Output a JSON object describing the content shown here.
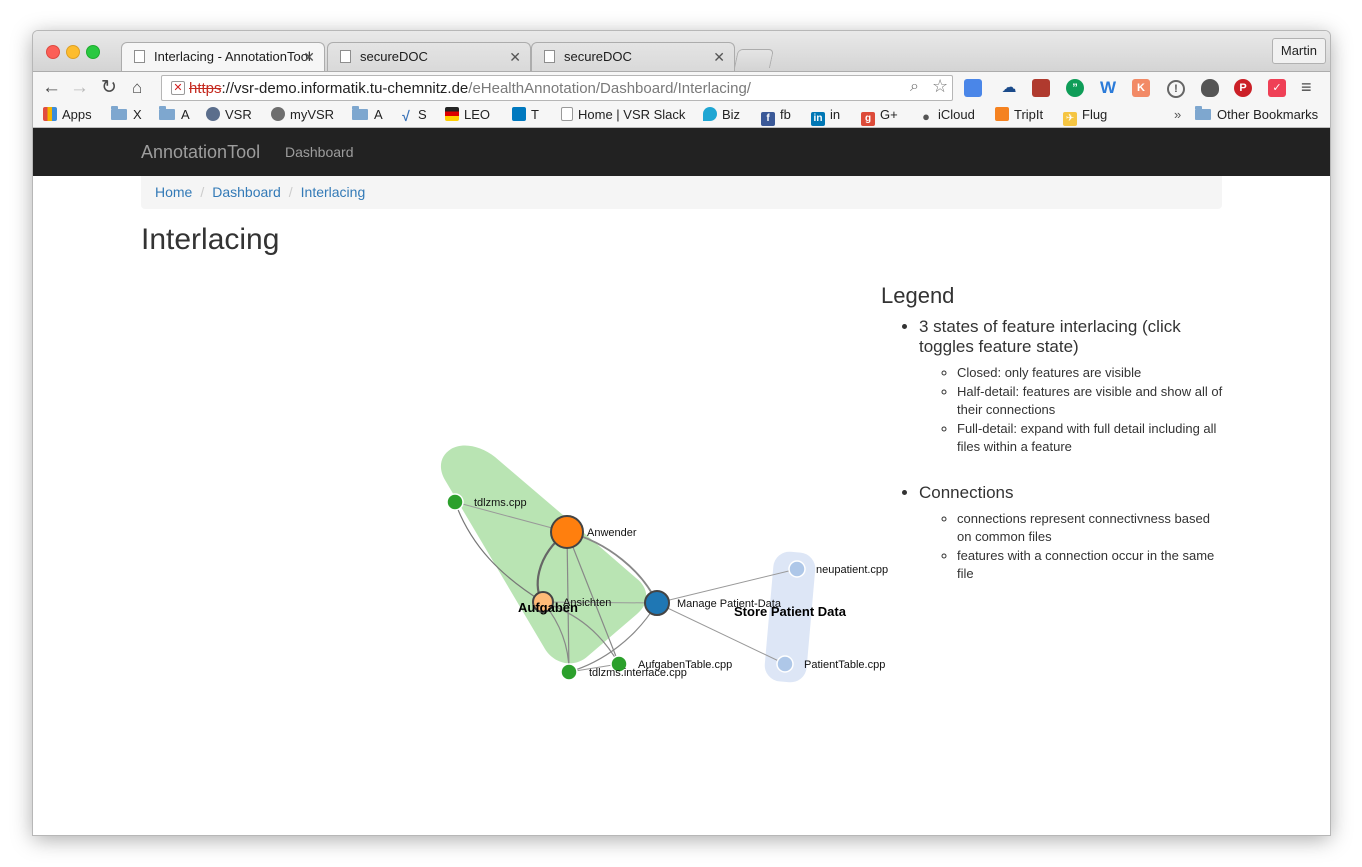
{
  "browser": {
    "tabs": [
      {
        "title": "Interlacing - AnnotationTool"
      },
      {
        "title": "secureDOC"
      },
      {
        "title": "secureDOC"
      }
    ],
    "profile_name": "Martin",
    "url": {
      "scheme": "https",
      "host": "://vsr-demo.informatik.tu-chemnitz.de",
      "path": "/eHealthAnnotation/Dashboard/Interlacing/"
    },
    "bookmarks": [
      "Apps",
      "X",
      "A",
      "VSR",
      "myVSR",
      "A",
      "S",
      "LEO",
      "T",
      "Home | VSR Slack",
      "Biz",
      "fb",
      "in",
      "G+",
      "iCloud",
      "TripIt",
      "Flug"
    ],
    "bookmarks_overflow": "»",
    "other_bookmarks": "Other Bookmarks"
  },
  "app": {
    "brand": "AnnotationTool",
    "nav_link": "Dashboard",
    "breadcrumb": [
      "Home",
      "Dashboard",
      "Interlacing"
    ],
    "title": "Interlacing"
  },
  "graph": {
    "groups": [
      {
        "name": "Aufgaben",
        "color": "#addfa6"
      },
      {
        "name": "Store Patient Data",
        "color": "#d7e2f5"
      }
    ],
    "nodes": [
      {
        "label": "tdlzms.cpp",
        "kind": "file",
        "color": "#2ca02c"
      },
      {
        "label": "Anwender",
        "kind": "feature",
        "color": "#ff7f0e"
      },
      {
        "label": "Ansichten",
        "kind": "feature",
        "color": "#ffbb78"
      },
      {
        "label": "Manage Patient-Data",
        "kind": "feature",
        "color": "#1f77b4"
      },
      {
        "label": "AufgabenTable.cpp",
        "kind": "file",
        "color": "#2ca02c"
      },
      {
        "label": "tdlzms.interface.cpp",
        "kind": "file",
        "color": "#2ca02c"
      },
      {
        "label": "neupatient.cpp",
        "kind": "file",
        "color": "#aec7e8"
      },
      {
        "label": "PatientTable.cpp",
        "kind": "file",
        "color": "#aec7e8"
      }
    ]
  },
  "legend": {
    "title": "Legend",
    "sections": [
      {
        "heading": "3 states of feature interlacing (click toggles feature state)",
        "items": [
          "Closed: only features are visible",
          "Half-detail: features are visible and show all of their connections",
          "Full-detail: expand with full detail including all files within a feature"
        ]
      },
      {
        "heading": "Connections",
        "items": [
          "connections represent connectivness based on common files",
          "features with a connection occur in the same file"
        ]
      }
    ]
  }
}
